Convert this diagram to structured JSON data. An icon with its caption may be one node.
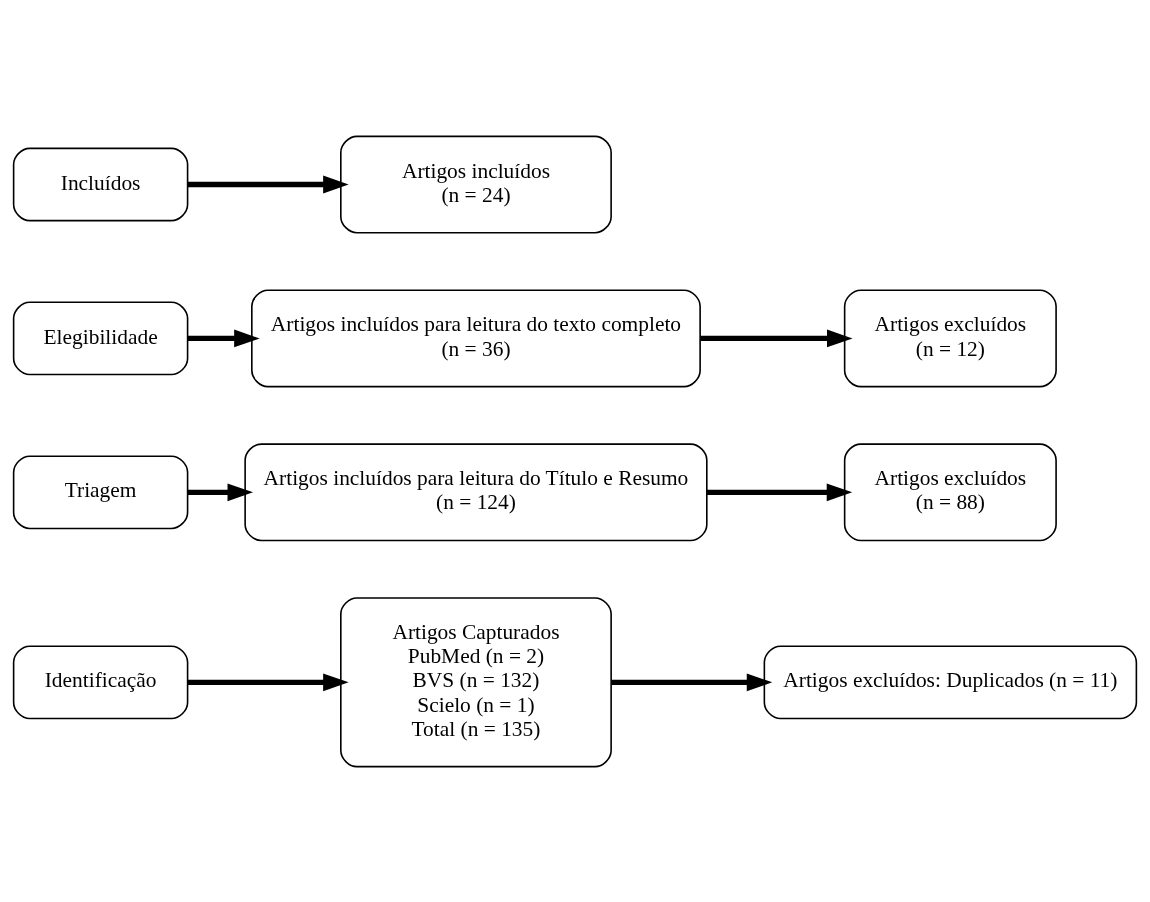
{
  "diagram": {
    "nodes": [
      {
        "text": [
          "Identificação"
        ]
      },
      {
        "text": [
          "Artigos Capturados",
          "PubMed (n = 2)",
          "BVS (n = 132)",
          "Scielo (n = 1)",
          "Total (n = 135)"
        ]
      },
      {
        "text": [
          "Artigos excluídos: Duplicados (n = 11)"
        ]
      },
      {
        "text": [
          "Triagem"
        ]
      },
      {
        "text": [
          "Artigos incluídos para leitura do Título e Resumo",
          "(n = 124)"
        ]
      },
      {
        "text": [
          "Artigos excluídos",
          "(n = 88)"
        ]
      },
      {
        "text": [
          "Elegibilidade"
        ]
      },
      {
        "text": [
          "Artigos incluídos para leitura do texto completo",
          "(n = 36)"
        ]
      },
      {
        "text": [
          "Artigos excluídos",
          "(n = 12)"
        ]
      },
      {
        "text": [
          "Incluídos"
        ]
      },
      {
        "text": [
          "Artigos incluídos",
          "(n = 24)"
        ]
      }
    ],
    "edges": [
      {
        "from": 0,
        "to": 1,
        "arrow": "to"
      },
      {
        "from": 1,
        "to": 2,
        "arrow": "to"
      },
      {
        "from": 3,
        "to": 4,
        "arrow": "to"
      },
      {
        "from": 4,
        "to": 5,
        "arrow": "to"
      },
      {
        "from": 6,
        "to": 7,
        "arrow": "to"
      },
      {
        "from": 7,
        "to": 8,
        "arrow": "to"
      },
      {
        "from": 9,
        "to": 10,
        "arrow": "to"
      }
    ]
  }
}
